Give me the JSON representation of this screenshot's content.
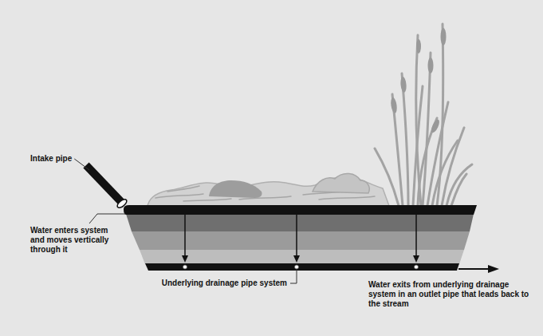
{
  "diagram": {
    "labels": [
      "Intake pipe",
      "Water enters system and moves vertically through it",
      "Underlying drainage pipe system",
      "Water exits from underlying drainage system in an outlet pipe that leads back to the stream"
    ]
  }
}
